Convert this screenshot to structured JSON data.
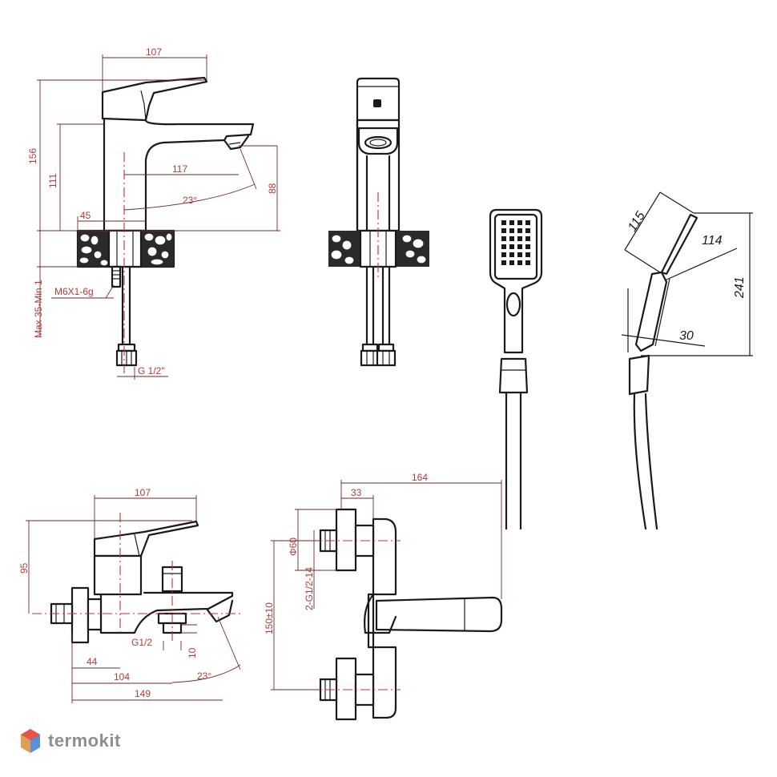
{
  "dimensions": {
    "basin_spout_reach": "107",
    "basin_total_height": "156",
    "basin_spout_height": "111",
    "basin_reach_117": "117",
    "basin_height_88": "88",
    "basin_angle": "23°",
    "basin_base_45": "45",
    "basin_thread": "M6X1-6g",
    "basin_max_thickness": "Max 35-Min 1",
    "basin_hose_thread": "G 1/2\"",
    "shower_len_115": "115",
    "shower_len_114": "114",
    "shower_len_241": "241",
    "shower_angle_30": "30",
    "bath_lever_107": "107",
    "bath_height_95": "95",
    "bath_44": "44",
    "bath_104": "104",
    "bath_149": "149",
    "bath_g12": "G1/2",
    "bath_10": "10",
    "bath_angle": "23°",
    "bath_164": "164",
    "bath_33": "33",
    "bath_phi60": "Φ60",
    "bath_2g": "2-G1/2-14",
    "bath_150": "150±10"
  },
  "brand": {
    "name": "termokit",
    "logo_colors": [
      "#e8534a",
      "#f2a33a",
      "#5b8fd6"
    ]
  }
}
